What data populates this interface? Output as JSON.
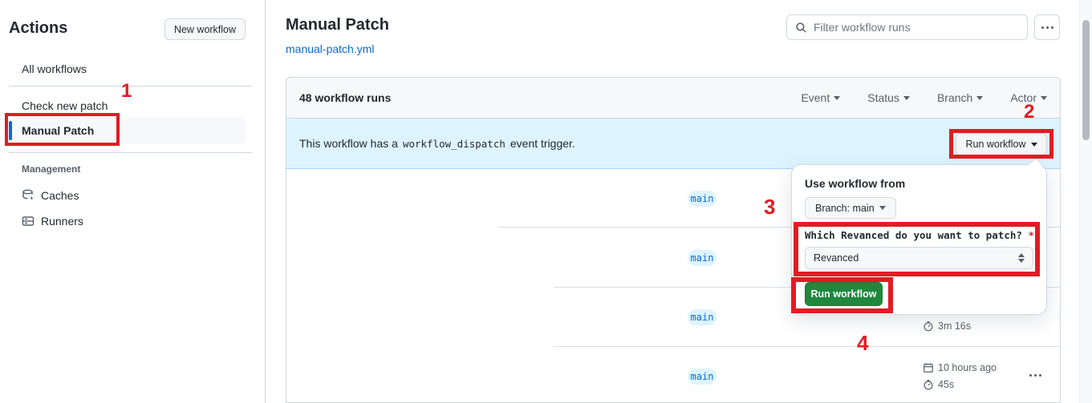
{
  "sidebar": {
    "title": "Actions",
    "new_workflow_button": "New workflow",
    "items": [
      {
        "label": "All workflows"
      },
      {
        "label": "Check new patch"
      },
      {
        "label": "Manual Patch"
      }
    ],
    "management": {
      "heading": "Management",
      "caches_label": "Caches",
      "runners_label": "Runners"
    }
  },
  "header": {
    "title": "Manual Patch",
    "file_link": "manual-patch.yml",
    "filter_placeholder": "Filter workflow runs"
  },
  "runs_list": {
    "count_label": "48 workflow runs",
    "filters": [
      {
        "label": "Event"
      },
      {
        "label": "Status"
      },
      {
        "label": "Branch"
      },
      {
        "label": "Actor"
      }
    ],
    "banner": {
      "text_before": "This workflow has a",
      "code": "workflow_dispatch",
      "text_after": "event trigger.",
      "run_workflow_button": "Run workflow"
    },
    "rows": [
      {
        "branch": "main"
      },
      {
        "branch": "main"
      },
      {
        "branch": "main",
        "duration": "3m 16s"
      },
      {
        "branch": "main",
        "time": "10 hours ago",
        "duration": "45s"
      }
    ]
  },
  "run_dialog": {
    "heading": "Use workflow from",
    "branch_button": "Branch: main",
    "input_label": "Which Revanced do you want to patch?",
    "required_mark": "*",
    "select_value": "Revanced",
    "submit_button": "Run workflow"
  },
  "annotations": {
    "color": "#e31b23",
    "steps": [
      "1",
      "2",
      "3",
      "4"
    ]
  }
}
